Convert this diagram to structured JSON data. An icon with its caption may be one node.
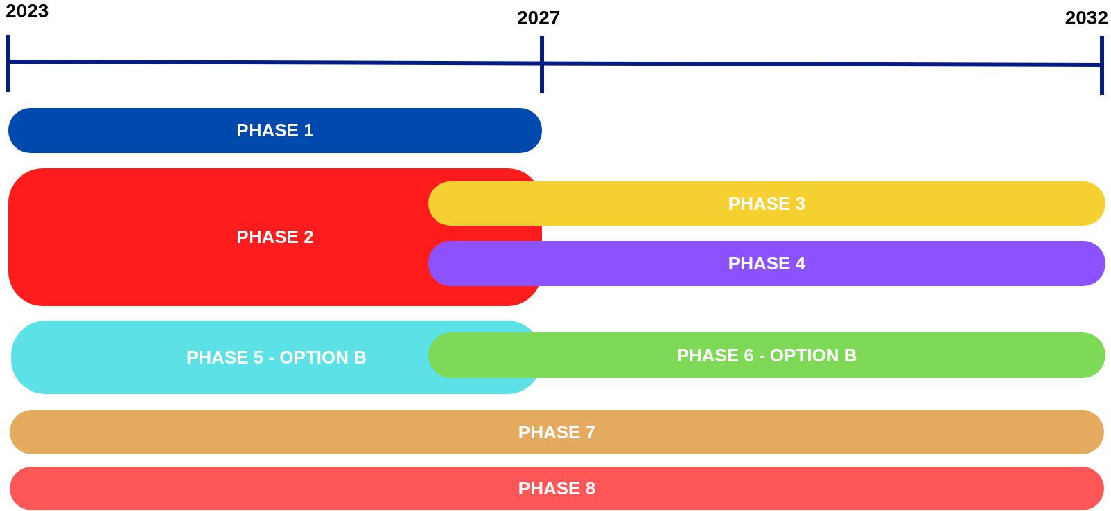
{
  "diagram": {
    "nodes": [
      {
        "text": [
          "PHASE 1"
        ]
      },
      {
        "text": [
          "PHASE 2"
        ]
      },
      {
        "text": [
          "PHASE 3"
        ]
      },
      {
        "text": [
          "PHASE 4"
        ]
      },
      {
        "text": [
          "PHASE 5 - OPTION B"
        ]
      },
      {
        "text": [
          "PHASE 6 - OPTION B"
        ]
      },
      {
        "text": [
          "PHASE 7"
        ]
      },
      {
        "text": [
          "PHASE 8"
        ]
      }
    ],
    "labels": [
      "2023",
      "2027",
      "2032"
    ]
  }
}
